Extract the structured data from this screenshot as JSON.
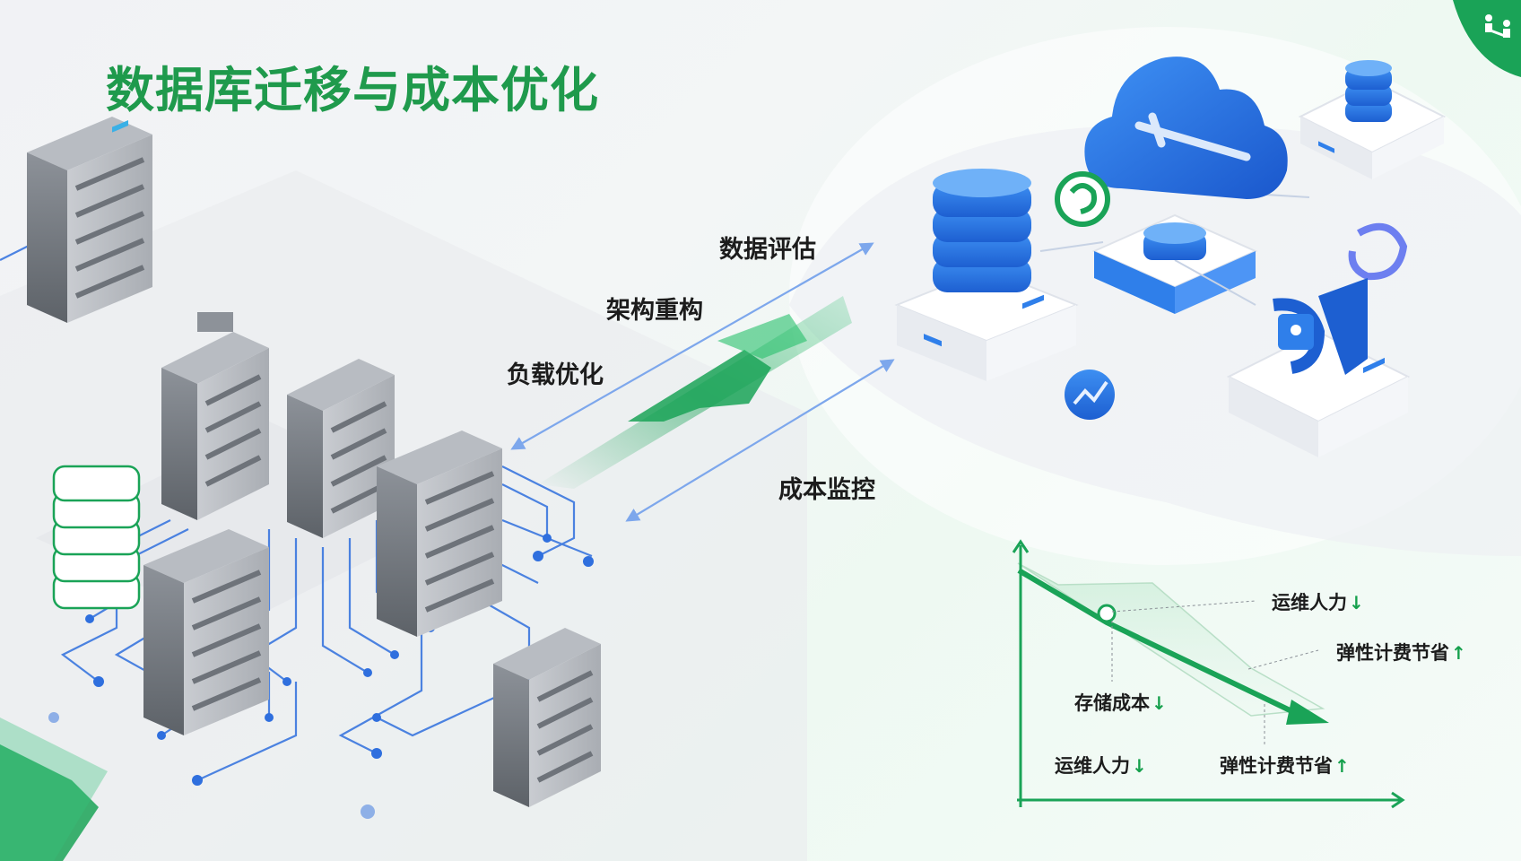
{
  "title": "数据库迁移与成本优化",
  "flow_labels": {
    "assess": "数据评估",
    "refactor": "架构重构",
    "load": "负载优化",
    "cost_monitor": "成本监控"
  },
  "chart": {
    "labels": {
      "ops_top": "运维人力",
      "elastic_top": "弹性计费节省",
      "storage": "存储成本",
      "ops_bottom": "运维人力",
      "elastic_bottom": "弹性计费节省"
    },
    "arrows": {
      "down": "↓",
      "up": "↑"
    }
  },
  "colors": {
    "brand_green": "#1f9a4c",
    "trend_green": "#1aa357",
    "link_blue": "#2f6fde",
    "arrow_blue": "#7da7ec"
  },
  "icons": [
    "on-prem-server-icon",
    "database-stack-icon",
    "cloud-icon",
    "database-icon",
    "refresh-icon",
    "chart-icon",
    "security-lock-icon",
    "team-icon"
  ]
}
